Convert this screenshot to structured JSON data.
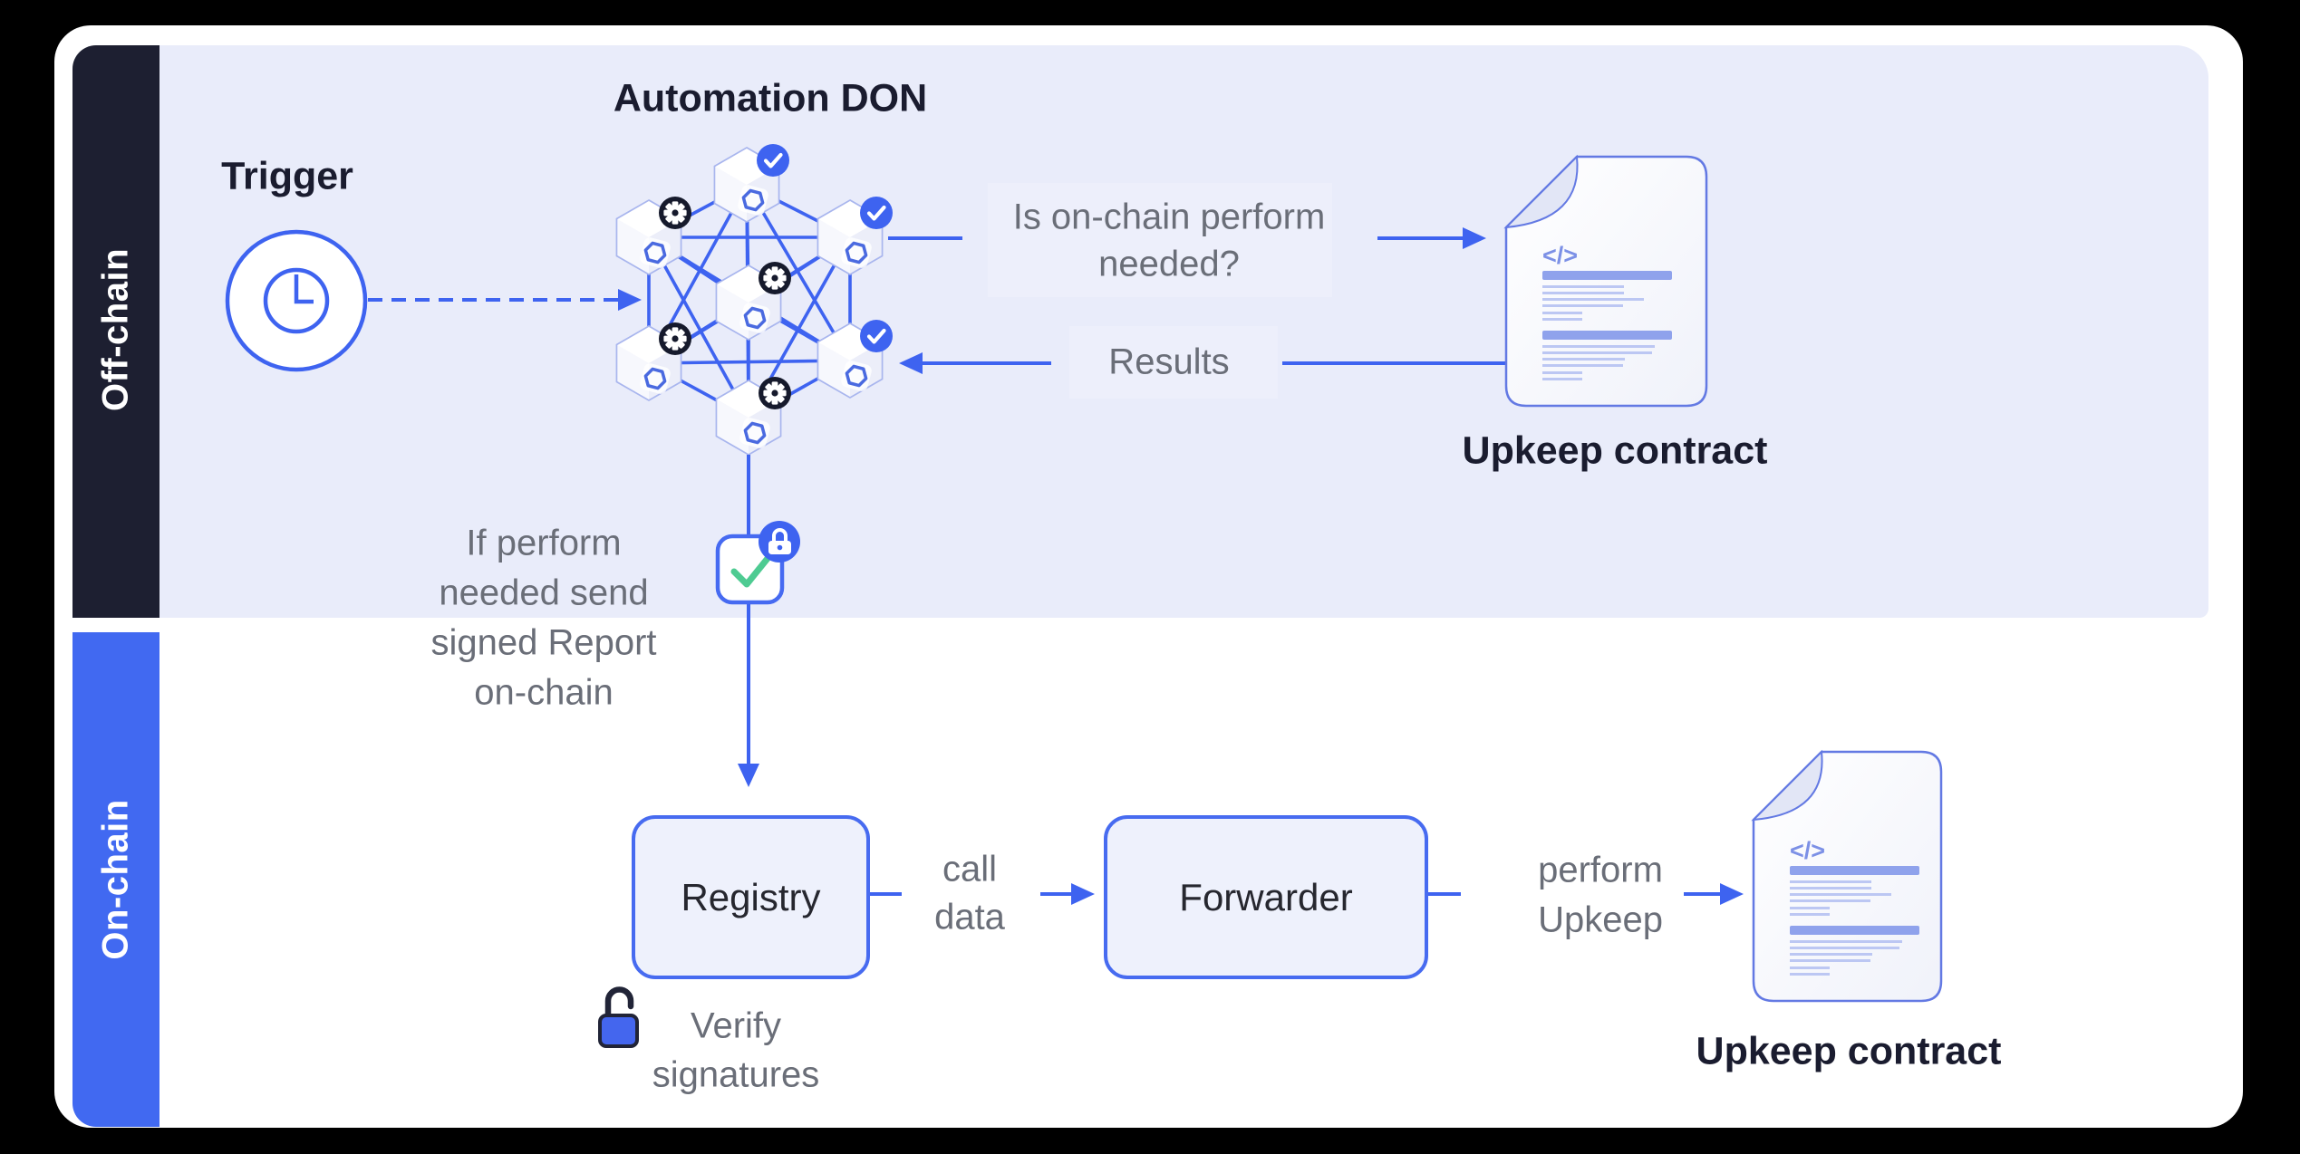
{
  "sections": {
    "off_chain": {
      "label": "Off-chain"
    },
    "on_chain": {
      "label": "On-chain"
    }
  },
  "off_chain": {
    "trigger": {
      "label": "Trigger",
      "icon": "clock-icon"
    },
    "don": {
      "title": "Automation DON",
      "node_badges": [
        "check",
        "gear",
        "check",
        "gear",
        "gear",
        "check",
        "gear"
      ]
    },
    "question": {
      "lines": [
        "Is on-chain perform",
        "needed?"
      ]
    },
    "results": {
      "label": "Results"
    },
    "upkeep_contract": {
      "label": "Upkeep contract",
      "icon": "code-document-icon"
    },
    "report_note": {
      "lines": [
        "If perform",
        "needed send",
        "signed Report",
        "on-chain"
      ]
    },
    "signed_report": {
      "icon": "check-square-lock-icon"
    }
  },
  "on_chain": {
    "registry": {
      "label": "Registry"
    },
    "call_data": {
      "lines": [
        "call",
        "data"
      ]
    },
    "forwarder": {
      "label": "Forwarder"
    },
    "perform_upkeep": {
      "lines": [
        "perform",
        "Upkeep"
      ]
    },
    "verify": {
      "lines": [
        "Verify",
        "signatures"
      ],
      "icon": "unlock-icon"
    },
    "upkeep_contract": {
      "label": "Upkeep contract",
      "icon": "code-document-icon"
    }
  },
  "icons": {
    "code_glyph": "</>"
  },
  "colors": {
    "accent_blue": "#3E63F0",
    "strip_blue": "#4169F1",
    "dark_navy": "#1D1F31",
    "badge_navy": "#161A2C",
    "panel_lavender": "#E9ECFA",
    "box_fill": "#EEF1FC",
    "green_check": "#4ECB92",
    "doc_border": "#6379E3",
    "gray_text": "#6A6E78",
    "heading_text": "#1A1C2F",
    "white": "#FFFFFF"
  }
}
